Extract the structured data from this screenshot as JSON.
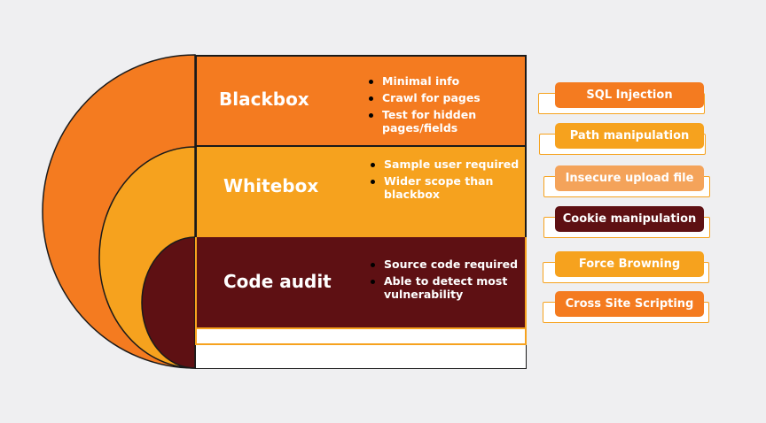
{
  "colors": {
    "background": "#efeff1",
    "orange": "#f47b20",
    "amber": "#f6a21e",
    "maroon": "#5e1013",
    "light_orange": "#f4a35a"
  },
  "layers": [
    {
      "title": "Blackbox",
      "color": "#f47b20",
      "bullets": [
        "Minimal info",
        "Crawl for pages",
        "Test for hidden pages/fields"
      ]
    },
    {
      "title": "Whitebox",
      "color": "#f6a21e",
      "bullets": [
        "Sample user required",
        "Wider scope than blackbox"
      ]
    },
    {
      "title": "Code audit",
      "color": "#5e1013",
      "bullets": [
        "Source code required",
        "Able to detect most vulnerability"
      ]
    }
  ],
  "attacks": [
    {
      "label": "SQL Injection",
      "color": "#f47b20"
    },
    {
      "label": "Path manipulation",
      "color": "#f6a21e"
    },
    {
      "label": "Insecure upload file",
      "color": "#f4a35a"
    },
    {
      "label": "Cookie manipulation",
      "color": "#5e1013"
    },
    {
      "label": "Force Browning",
      "color": "#f6a21e"
    },
    {
      "label": "Cross Site Scripting",
      "color": "#f47b20"
    }
  ]
}
